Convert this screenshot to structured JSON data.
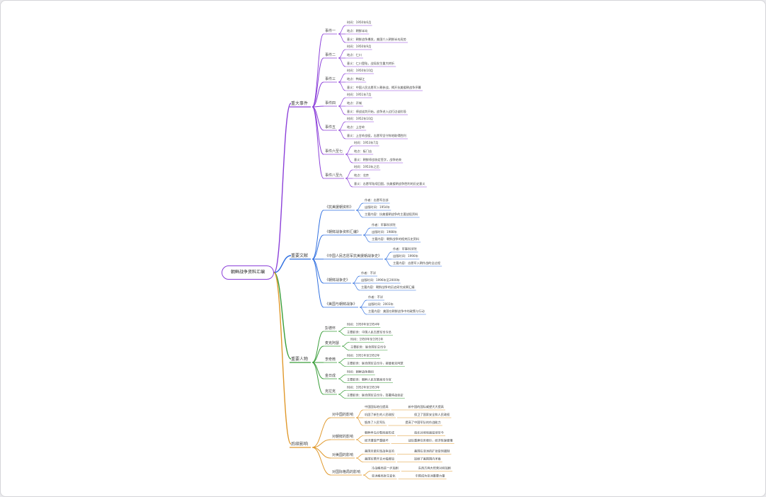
{
  "root": "朝鲜战争资料汇编",
  "colors": {
    "purple": "#8b3fd9",
    "blue": "#2f6fe0",
    "green": "#3a9e3a",
    "orange": "#e0982a",
    "text": "#444444",
    "canvas_border": "#d4d4d8"
  },
  "branches": [
    {
      "label": "重大事件",
      "color": "purple",
      "children": [
        {
          "label": "事件一",
          "items": [
            "时间：1950年6月",
            "地点：朝鲜半岛",
            "意义：朝鲜战争爆发，美国介入朝鲜半岛局势"
          ]
        },
        {
          "label": "事件二",
          "items": [
            "时间：1950年9月",
            "地点：仁川",
            "意义：仁川登陆，战局发生重大转折"
          ]
        },
        {
          "label": "事件三",
          "items": [
            "时间：1950年10月",
            "地点：鸭绿江",
            "意义：中国人民志愿军入朝参战，揭开抗美援朝战争序幕"
          ]
        },
        {
          "label": "事件四",
          "items": [
            "时间：1951年7月",
            "地点：开城",
            "意义：停战谈判开始，战争进入边打边谈阶段"
          ]
        },
        {
          "label": "事件五",
          "items": [
            "时间：1952年10月",
            "地点：上甘岭",
            "意义：上甘岭战役，志愿军坚守阵地取得胜利"
          ]
        },
        {
          "label": "事件六至七",
          "items": [
            "时间：1953年7月",
            "地点：板门店",
            "意义：朝鲜停战协定签字，战争结束"
          ]
        },
        {
          "label": "事件八至九",
          "items": [
            "时间：1953年之后",
            "地点：北京",
            "意义：志愿军陆续回国，抗美援朝战争胜利的历史意义"
          ]
        }
      ]
    },
    {
      "label": "重要文献",
      "color": "blue",
      "children": [
        {
          "label": "《抗美援朝资料》",
          "items": [
            "作者：志愿军总部",
            "出版时间：1954年",
            "主要内容：抗美援朝战争的主要战役资料"
          ]
        },
        {
          "label": "《朝鲜战争资料汇编》",
          "items": [
            "作者：军事科学院",
            "出版时间：1988年",
            "主要内容：朝鲜战争的相关历史资料"
          ]
        },
        {
          "label": "《中国人民志愿军抗美援朝战争史》",
          "items": [
            "作者：军事科学院",
            "出版时间：1990年",
            "主要内容：志愿军入朝作战的全过程"
          ]
        },
        {
          "label": "《朝鲜战争史》",
          "items": [
            "作者：不详",
            "出版时间：1996年至2000年",
            "主要内容：朝鲜战争的历史研究成果汇编"
          ]
        },
        {
          "label": "《美国与朝鲜战争》",
          "items": [
            "作者：不详",
            "出版时间：2003年",
            "主要内容：美国在朝鲜战争中的政策与行动"
          ]
        }
      ]
    },
    {
      "label": "重要人物",
      "color": "green",
      "children": [
        {
          "label": "彭德怀",
          "items": [
            "时间：1950年至1954年",
            "主要职务：中国人民志愿军司令员"
          ]
        },
        {
          "label": "麦克阿瑟",
          "items": [
            "时间：1950年至1951年",
            "主要职务：联合国军总司令"
          ]
        },
        {
          "label": "李奇微",
          "items": [
            "时间：1951年至1952年",
            "主要职务：联合国军总司令，接替麦克阿瑟"
          ]
        },
        {
          "label": "金日成",
          "items": [
            "时间：朝鲜战争期间",
            "主要职务：朝鲜人民军最高司令官"
          ]
        },
        {
          "label": "克拉克",
          "items": [
            "时间：1952年至1953年",
            "主要职务：联合国军总司令，签署停战协定"
          ]
        }
      ]
    },
    {
      "label": "后续影响",
      "color": "orange",
      "children": [
        {
          "label": "对中国的影响",
          "items": [
            [
              "中国国际地位提高",
              "新中国的国际威望大大提高"
            ],
            [
              "巩固了新生的人民政权",
              "保卫了国家安全和人民政权"
            ],
            [
              "锻炼了人民军队",
              "提高了中国军队的作战能力"
            ]
          ]
        },
        {
          "label": "对朝鲜的影响",
          "items": [
            [
              "朝鲜半岛分裂局面形成",
              "南北对峙局面延续至今"
            ],
            [
              "经济遭受严重破坏",
              "战后重建任务艰巨，经济恢复缓慢"
            ]
          ]
        },
        {
          "label": "对美国的影响",
          "items": [
            [
              "美国未能实现战争目的",
              "美国在亚洲的扩张受到遏制"
            ],
            [
              "美国军费开支大幅增加",
              "加剧了美国国内矛盾"
            ]
          ]
        },
        {
          "label": "对国际格局的影响",
          "items": [
            [
              "冷战格局进一步加剧",
              "东西方两大阵营对峙加剧"
            ],
            [
              "亚洲格局发生变化",
              "中国成为亚洲重要力量"
            ]
          ]
        }
      ]
    }
  ]
}
